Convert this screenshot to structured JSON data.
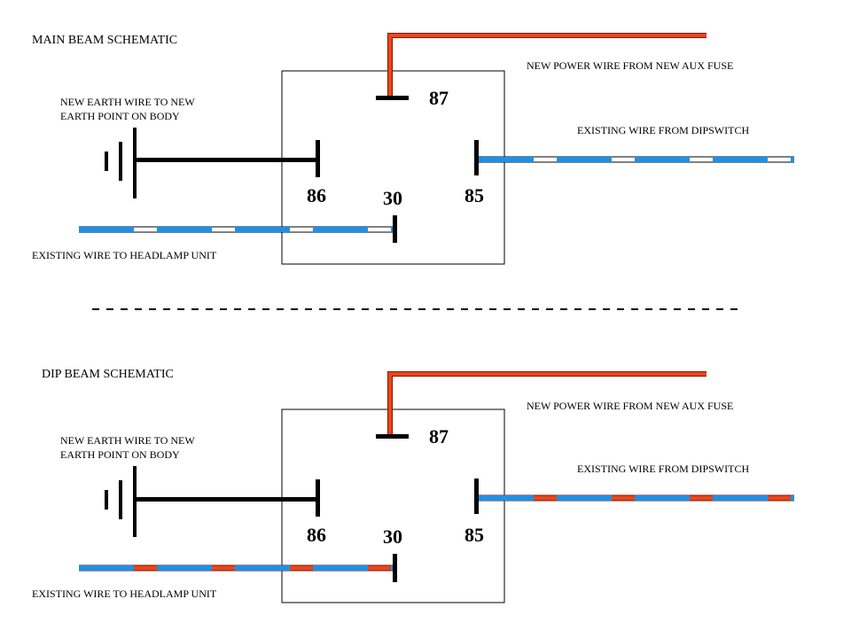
{
  "colors": {
    "power_wire": "#e8471d",
    "power_wire_outline": "#7a1a00",
    "existing_wire": "#1e90e8",
    "earth_wire": "#000000",
    "relay_outline": "#000000"
  },
  "sections": [
    {
      "id": "main",
      "title": "MAIN BEAM SCHEMATIC",
      "pins": {
        "p87": "87",
        "p86": "86",
        "p30": "30",
        "p85": "85"
      },
      "labels": {
        "power": "NEW POWER WIRE FROM NEW AUX FUSE",
        "earth_line1": "NEW EARTH WIRE TO NEW",
        "earth_line2": "EARTH POINT ON BODY",
        "dipswitch": "EXISTING WIRE FROM DIPSWITCH",
        "headlamp": "EXISTING WIRE TO HEADLAMP UNIT"
      },
      "existing_wire_gap_color": "#ffffff"
    },
    {
      "id": "dip",
      "title": "DIP BEAM SCHEMATIC",
      "pins": {
        "p87": "87",
        "p86": "86",
        "p30": "30",
        "p85": "85"
      },
      "labels": {
        "power": "NEW POWER WIRE FROM NEW AUX FUSE",
        "earth_line1": "NEW EARTH WIRE TO NEW",
        "earth_line2": "EARTH POINT ON BODY",
        "dipswitch": "EXISTING WIRE FROM DIPSWITCH",
        "headlamp": "EXISTING WIRE TO HEADLAMP UNIT"
      },
      "existing_wire_gap_color": "#e8471d"
    }
  ]
}
